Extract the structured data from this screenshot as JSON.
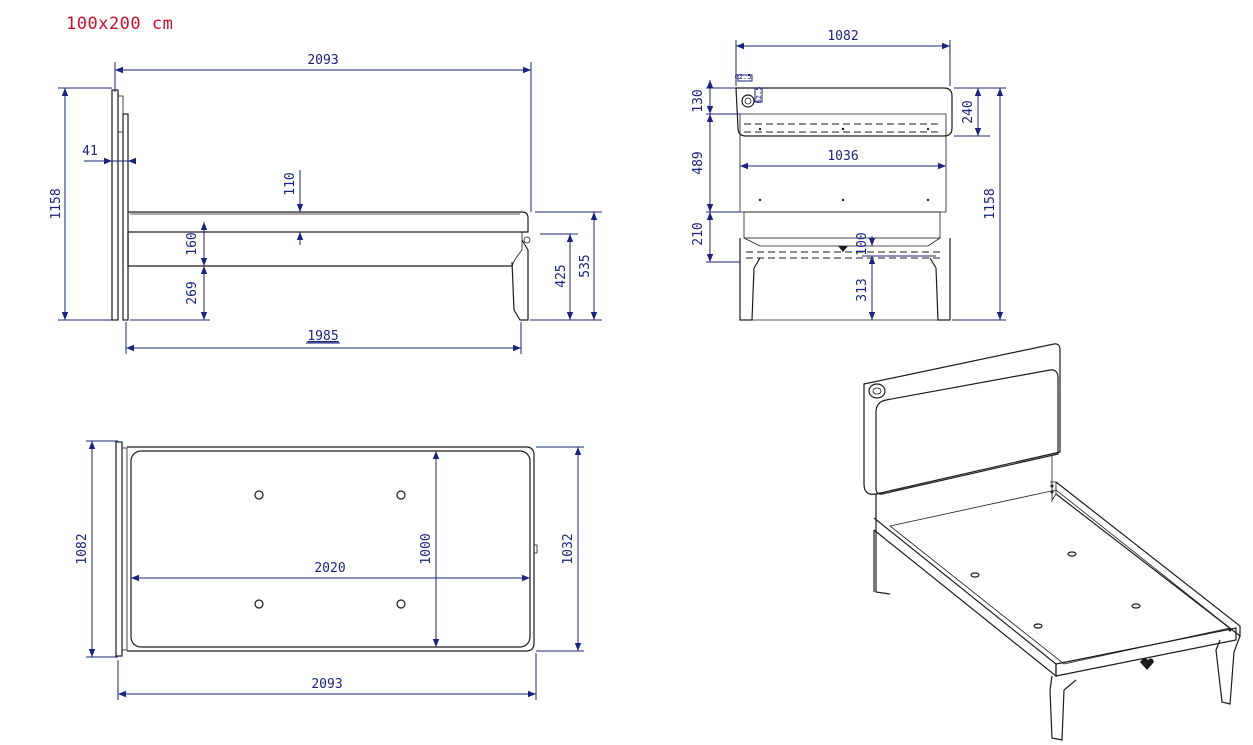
{
  "title": "100x200 cm",
  "side_view": {
    "overall_length": "2093",
    "headboard_height": "1158",
    "headboard_thickness": "41",
    "mattress_thickness": "110",
    "rail_height": "160",
    "clearance_under_rail": "269",
    "inner_length": "1985",
    "foot_height_low": "425",
    "foot_height_high": "535"
  },
  "front_view": {
    "overall_width": "1082",
    "hole_width": "62.5",
    "hole_height": "62.5",
    "top_band": "130",
    "head_panel_height": "489",
    "rail_band": "210",
    "panel_width": "1036",
    "right_top_band": "240",
    "overall_height": "1158",
    "slat_height": "100",
    "leg_clearance": "313"
  },
  "top_view": {
    "overall_width": "1082",
    "inner_length": "2020",
    "inner_width": "1000",
    "frame_width": "1032",
    "overall_length": "2093"
  }
}
